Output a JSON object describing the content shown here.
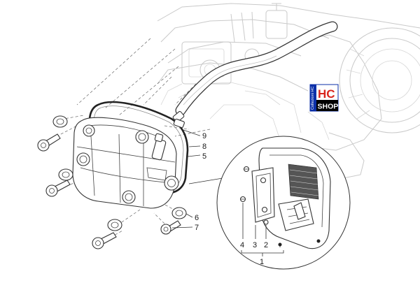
{
  "logo": {
    "text_top": "HC",
    "text_bottom": "SHOP",
    "side_text": "Collezioni HC",
    "colors": {
      "red": "#d9251c",
      "blue": "#0b2fa8",
      "black": "#000000",
      "white": "#ffffff"
    }
  },
  "callouts": {
    "c9": "9",
    "c8": "8",
    "c5": "5",
    "c6": "6",
    "c7": "7",
    "c4": "4",
    "c3": "3",
    "c2": "2",
    "c1": "1"
  },
  "parts": {
    "engine": "engine-assembly",
    "hose": "breather-hose",
    "cover": "cylinder-head-cover",
    "gasket": "cover-gasket",
    "detail": "breather-plate-detail"
  }
}
